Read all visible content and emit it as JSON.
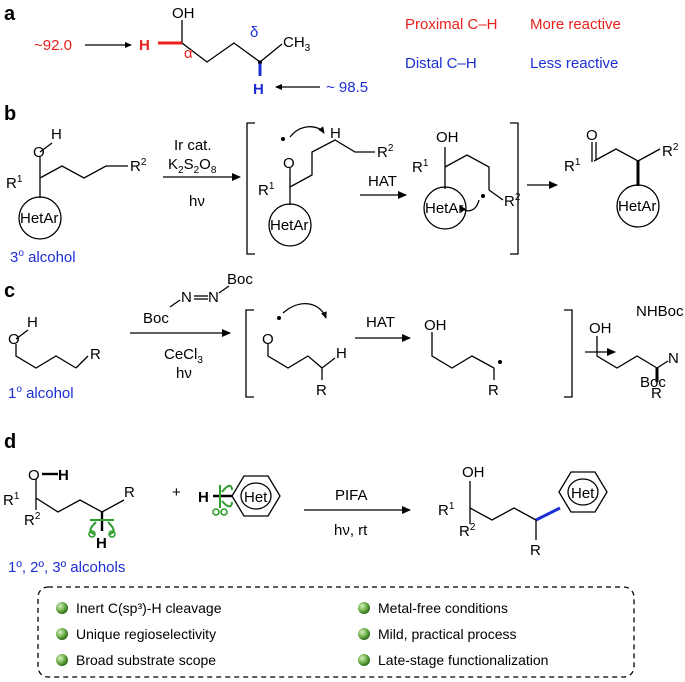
{
  "panels": {
    "a": "a",
    "b": "b",
    "c": "c",
    "d": "d"
  },
  "a": {
    "oh": "OH",
    "ch3": "CH",
    "ch3_sub": "3",
    "h": "H",
    "alpha": "α",
    "delta": "δ",
    "bde_left": "~92.0",
    "bde_right": "~ 98.5",
    "proximal": "Proximal C–H",
    "more_reactive": "More reactive",
    "distal": "Distal C–H",
    "less_reactive": "Less reactive",
    "colors": {
      "proximal": "#e8211c",
      "distal": "#1d2fd4"
    }
  },
  "b": {
    "o": "O",
    "h": "H",
    "r1": "R",
    "r1_sup": "1",
    "r2": "R",
    "r2_sup": "2",
    "hetar": "HetAr",
    "reagent1": "Ir cat.",
    "reagent2_k": "K",
    "reagent2_sub1": "2",
    "reagent2_s": "S",
    "reagent2_sub2": "2",
    "reagent2_o": "O",
    "reagent2_sub3": "8",
    "reagent3": "hν",
    "oh": "OH",
    "hat": "HAT",
    "ketone_o": "O",
    "alcohol_label": "3",
    "alcohol_sup": "o",
    "alcohol_text": " alcohol"
  },
  "c": {
    "o": "O",
    "h": "H",
    "r": "R",
    "boc": "Boc",
    "n": "N",
    "reagent1": "CeCl",
    "reagent1_sub": "3",
    "reagent2": "hν",
    "hat": "HAT",
    "oh": "OH",
    "nhboc": "NHBoc",
    "alcohol_label": "1",
    "alcohol_sup": "o",
    "alcohol_text": " alcohol"
  },
  "d": {
    "o": "O",
    "h": "H",
    "r": "R",
    "r1": "R",
    "r1_sup": "1",
    "r2": "R",
    "r2_sup": "2",
    "plus": "+",
    "het": "Het",
    "reagent1": "PIFA",
    "reagent2": "hν, rt",
    "oh": "OH",
    "alcohol_text": "1º, 2º, 3º alcohols",
    "features": [
      "Inert C(sp³)-H cleavage",
      "Unique regioselectivity",
      "Broad substrate scope",
      "Metal-free conditions",
      "Mild, practical process",
      "Late-stage functionalization"
    ]
  }
}
